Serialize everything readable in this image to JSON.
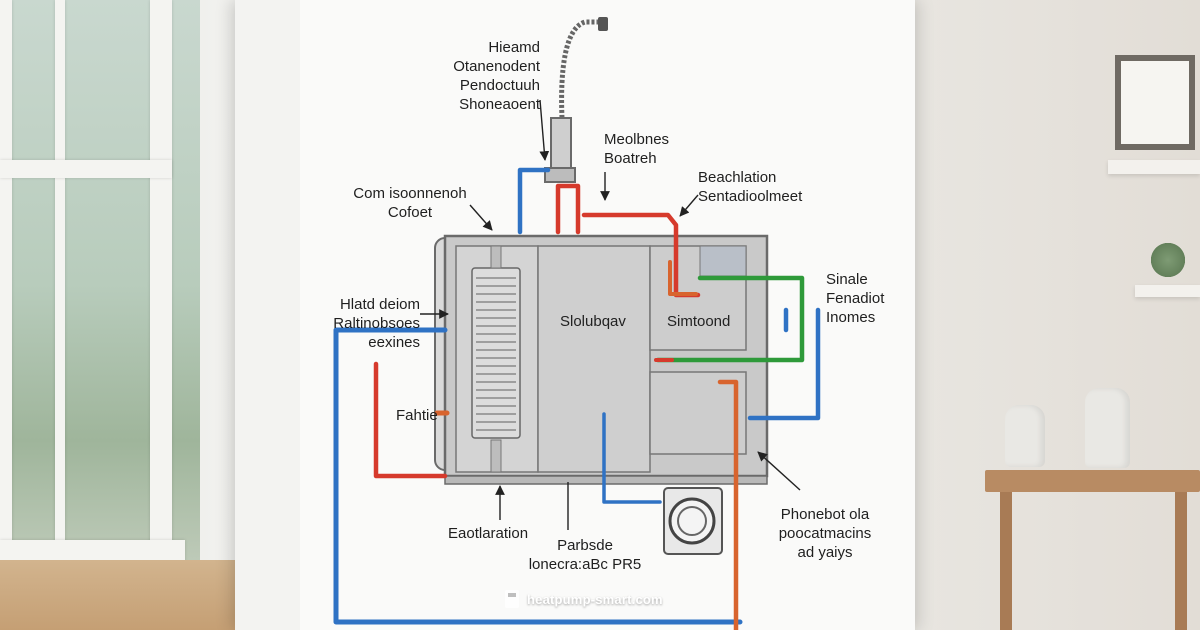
{
  "labels": {
    "top_left": [
      "Hieamd",
      "Otanenodent",
      "Pendoctuuh",
      "Shoneaoent"
    ],
    "top_center": [
      "Meolbnes",
      "Boatreh"
    ],
    "top_right": [
      "Beachlation",
      "Sentadioolmeet"
    ],
    "left_upper": [
      "Com isoonnenoh",
      "Cofoet"
    ],
    "left_middle": [
      "Hlatd deiom",
      "Raltinobsoes",
      "eexines"
    ],
    "left_small": "Fahtie",
    "right_upper": [
      "Sinale",
      "Fenadiot",
      "Inomes"
    ],
    "bottom_left": "Eaotlaration",
    "bottom_center": [
      "Parbsde",
      "lonecra:aBc PR5"
    ],
    "bottom_right": [
      "Phonebot ola",
      "poocatmacins",
      "ad yaiys"
    ]
  },
  "unit": {
    "left_panel": "Slolubqav",
    "right_panel": "Simtoond"
  },
  "watermark": "heatpump-smart.com",
  "colors": {
    "hot_pipe": "#d63a2c",
    "cold_pipe": "#2f72c4",
    "green_pipe": "#2e9a3a",
    "orange_pipe": "#d8642e",
    "unit_fill": "#c9c9c9",
    "unit_stroke": "#6a6a6a"
  }
}
